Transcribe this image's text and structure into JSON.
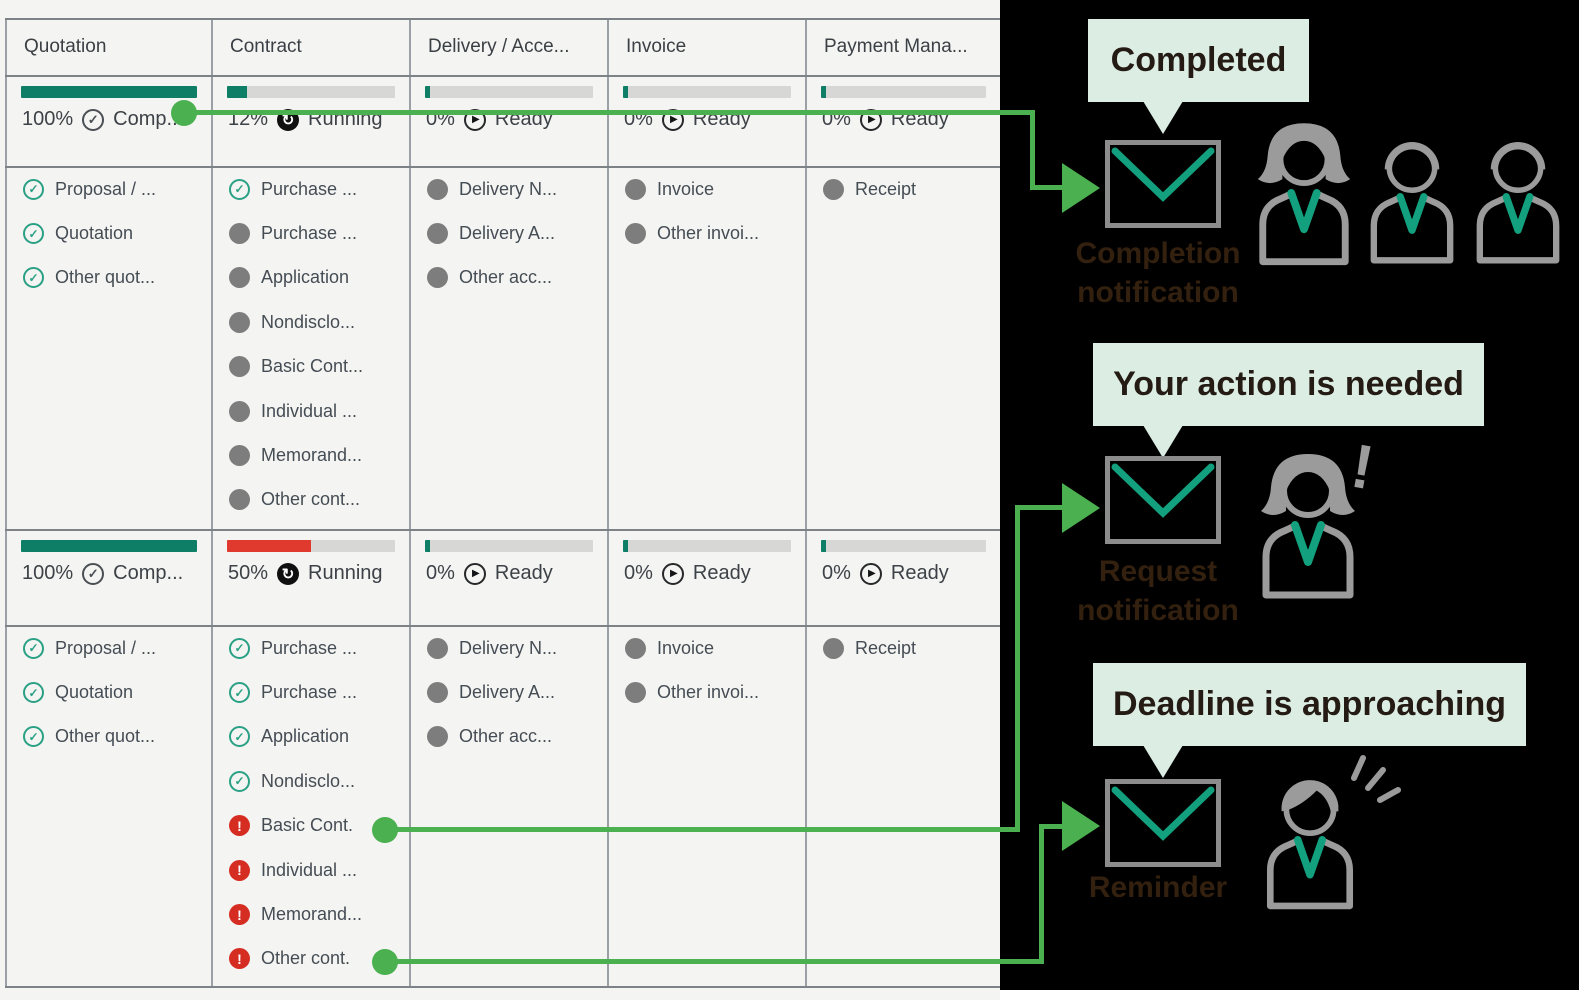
{
  "theme": {
    "arrow_green": "#4bb04f",
    "bar_green": "#0e7e66",
    "bar_red": "#e0392d",
    "check_teal": "#2aa084",
    "alert_red": "#d62d23",
    "bubble_bg": "#dcede3",
    "panel_bg": "#000000",
    "envelope_gray": "#8c8c8c",
    "envelope_flap_teal": "#13a07e",
    "person_gray": "#9b9b9b"
  },
  "table": {
    "columns": [
      {
        "title": "Quotation",
        "phases": [
          {
            "pct": "100%",
            "bar": "green",
            "status": "Comp...",
            "status_icon": "completed",
            "items": [
              {
                "icon": "check",
                "label": "Proposal / ..."
              },
              {
                "icon": "check",
                "label": "Quotation"
              },
              {
                "icon": "check",
                "label": "Other quot..."
              }
            ]
          },
          {
            "pct": "100%",
            "bar": "green",
            "status": "Comp...",
            "status_icon": "completed",
            "items": [
              {
                "icon": "check",
                "label": "Proposal / ..."
              },
              {
                "icon": "check",
                "label": "Quotation"
              },
              {
                "icon": "check",
                "label": "Other quot..."
              }
            ]
          }
        ]
      },
      {
        "title": "Contract",
        "phases": [
          {
            "pct": "12%",
            "bar": "green",
            "status": "Running",
            "status_icon": "running",
            "items": [
              {
                "icon": "check",
                "label": "Purchase ..."
              },
              {
                "icon": "dot",
                "label": "Purchase ..."
              },
              {
                "icon": "dot",
                "label": "Application"
              },
              {
                "icon": "dot",
                "label": "Nondisclo..."
              },
              {
                "icon": "dot",
                "label": "Basic Cont..."
              },
              {
                "icon": "dot",
                "label": "Individual ..."
              },
              {
                "icon": "dot",
                "label": "Memorand..."
              },
              {
                "icon": "dot",
                "label": "Other cont..."
              }
            ]
          },
          {
            "pct": "50%",
            "bar": "red",
            "status": "Running",
            "status_icon": "running",
            "items": [
              {
                "icon": "check",
                "label": "Purchase ..."
              },
              {
                "icon": "check",
                "label": "Purchase ..."
              },
              {
                "icon": "check",
                "label": "Application"
              },
              {
                "icon": "check",
                "label": "Nondisclo..."
              },
              {
                "icon": "alert",
                "label": "Basic Cont."
              },
              {
                "icon": "alert",
                "label": "Individual ..."
              },
              {
                "icon": "alert",
                "label": "Memorand..."
              },
              {
                "icon": "alert",
                "label": "Other cont."
              }
            ]
          }
        ]
      },
      {
        "title": "Delivery / Acce...",
        "phases": [
          {
            "pct": "0%",
            "bar": "green",
            "status": "Ready",
            "status_icon": "ready",
            "items": [
              {
                "icon": "dot",
                "label": "Delivery N..."
              },
              {
                "icon": "dot",
                "label": "Delivery A..."
              },
              {
                "icon": "dot",
                "label": "Other acc..."
              }
            ]
          },
          {
            "pct": "0%",
            "bar": "green",
            "status": "Ready",
            "status_icon": "ready",
            "items": [
              {
                "icon": "dot",
                "label": "Delivery N..."
              },
              {
                "icon": "dot",
                "label": "Delivery A..."
              },
              {
                "icon": "dot",
                "label": "Other acc..."
              }
            ]
          }
        ]
      },
      {
        "title": "Invoice",
        "phases": [
          {
            "pct": "0%",
            "bar": "green",
            "status": "Ready",
            "status_icon": "ready",
            "items": [
              {
                "icon": "dot",
                "label": "Invoice"
              },
              {
                "icon": "dot",
                "label": "Other invoi..."
              }
            ]
          },
          {
            "pct": "0%",
            "bar": "green",
            "status": "Ready",
            "status_icon": "ready",
            "items": [
              {
                "icon": "dot",
                "label": "Invoice"
              },
              {
                "icon": "dot",
                "label": "Other invoi..."
              }
            ]
          }
        ]
      },
      {
        "title": "Payment Mana...",
        "phases": [
          {
            "pct": "0%",
            "bar": "green",
            "status": "Ready",
            "status_icon": "ready",
            "items": [
              {
                "icon": "dot",
                "label": "Receipt"
              }
            ]
          },
          {
            "pct": "0%",
            "bar": "green",
            "status": "Ready",
            "status_icon": "ready",
            "items": [
              {
                "icon": "dot",
                "label": "Receipt"
              }
            ]
          }
        ]
      }
    ]
  },
  "panel": {
    "notifications": [
      {
        "bubble": "Completed",
        "label_line1": "Completion",
        "label_line2": "notification"
      },
      {
        "bubble": "Your action is needed",
        "label_line1": "Request",
        "label_line2": "notification"
      },
      {
        "bubble": "Deadline is approaching",
        "label_line1": "Reminder",
        "label_line2": ""
      }
    ]
  }
}
